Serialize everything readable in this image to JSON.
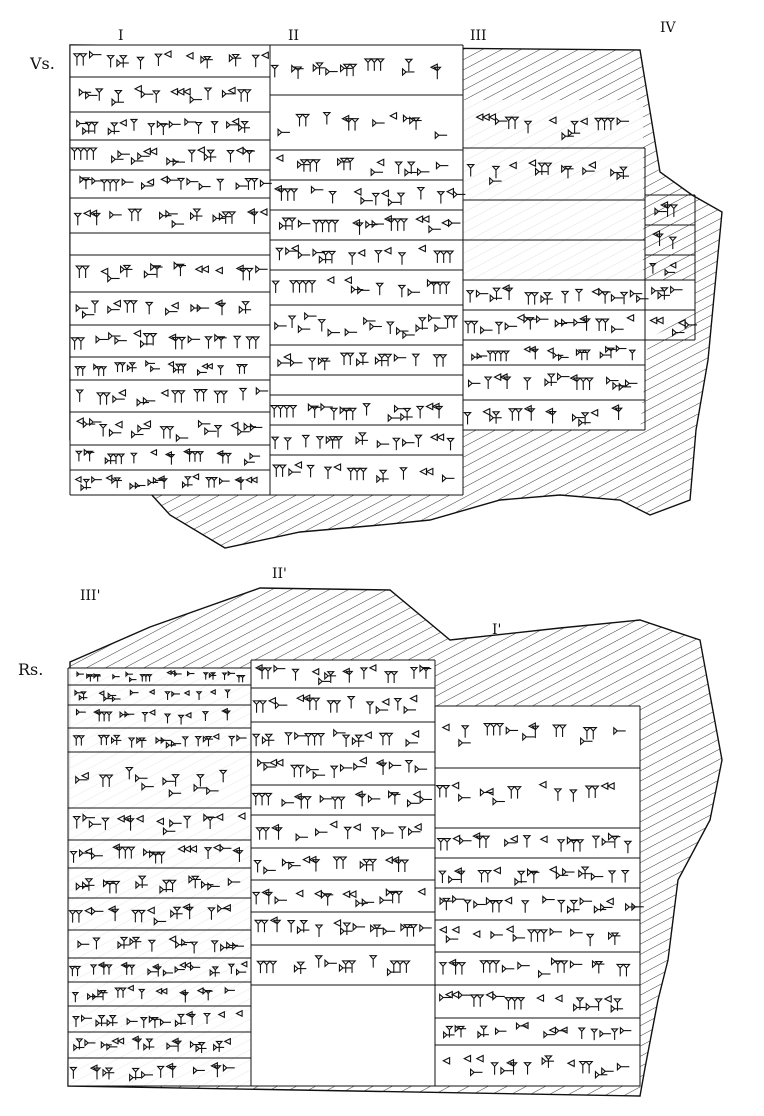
{
  "obverse": {
    "side_label": "Vs.",
    "columns": [
      "I",
      "II",
      "III",
      "IV"
    ]
  },
  "reverse": {
    "side_label": "Rs.",
    "columns": [
      "III'",
      "II'",
      "I'"
    ]
  }
}
